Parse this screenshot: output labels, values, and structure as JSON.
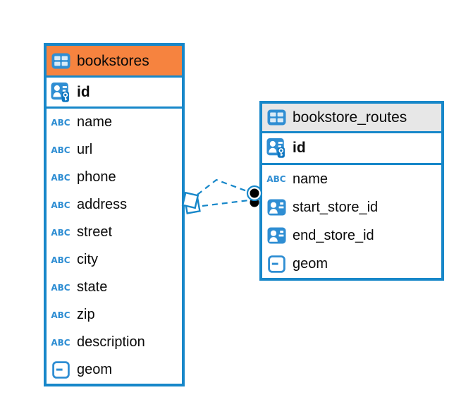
{
  "diagram": {
    "type": "entity-relationship-diagram"
  },
  "colors": {
    "accent_blue": "#1787C9",
    "icon_blue": "#2F8ED3",
    "bookstores_header": "#F6833F",
    "bookstore_routes_header": "#E7E7E7",
    "relationship_line": "#1787C9",
    "relationship_dot": "#000000",
    "text": "#0A0A0A",
    "canvas_background": "#FFFFFF"
  },
  "icons": {
    "text_type_glyph": "ABC",
    "table_icon": "table-icon",
    "primary_key_icon": "person-with-key-icon",
    "reference_icon": "person-card-icon",
    "geometry_icon": "square-with-dash-icon"
  },
  "tables": [
    {
      "name": "bookstores",
      "header_style": "orange",
      "primary_key": {
        "name": "id",
        "icon": "primary-key-icon"
      },
      "columns": [
        {
          "name": "name",
          "icon": "text-type-icon"
        },
        {
          "name": "url",
          "icon": "text-type-icon"
        },
        {
          "name": "phone",
          "icon": "text-type-icon"
        },
        {
          "name": "address",
          "icon": "text-type-icon"
        },
        {
          "name": "street",
          "icon": "text-type-icon"
        },
        {
          "name": "city",
          "icon": "text-type-icon"
        },
        {
          "name": "state",
          "icon": "text-type-icon"
        },
        {
          "name": "zip",
          "icon": "text-type-icon"
        },
        {
          "name": "description",
          "icon": "text-type-icon"
        },
        {
          "name": "geom",
          "icon": "geometry-type-icon"
        }
      ]
    },
    {
      "name": "bookstore_routes",
      "header_style": "gray",
      "primary_key": {
        "name": "id",
        "icon": "primary-key-icon"
      },
      "columns": [
        {
          "name": "name",
          "icon": "text-type-icon"
        },
        {
          "name": "start_store_id",
          "icon": "reference-type-icon"
        },
        {
          "name": "end_store_id",
          "icon": "reference-type-icon"
        },
        {
          "name": "geom",
          "icon": "geometry-type-icon"
        }
      ]
    }
  ],
  "relationships": [
    {
      "from_table": "bookstore_routes",
      "to_table": "bookstores",
      "style": "dashed",
      "from_marker": "filled-circle",
      "to_marker": "overlapping-squares"
    },
    {
      "from_table": "bookstore_routes",
      "to_table": "bookstores",
      "style": "dashed",
      "from_marker": "filled-circle",
      "to_marker": "overlapping-squares"
    }
  ]
}
